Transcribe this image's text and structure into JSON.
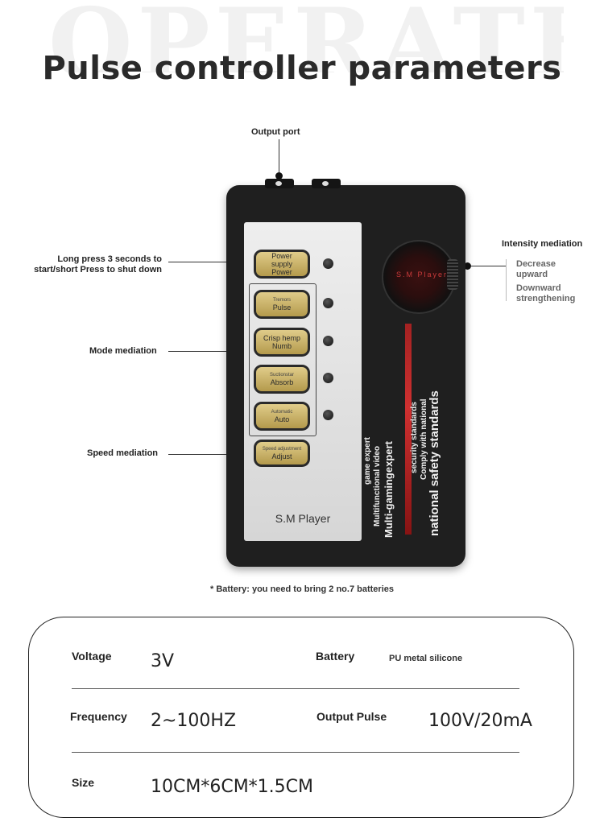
{
  "header": {
    "background_word": "OPERATE",
    "title": "Pulse controller parameters"
  },
  "callouts": {
    "output_port": "Output port",
    "intensity": "Intensity mediation",
    "decrease": "Decrease\nupward",
    "downward": "Downward\nstrengthening",
    "power": "Long press 3 seconds to\nstart/short Press to shut down",
    "mode": "Mode mediation",
    "speed": "Speed mediation"
  },
  "device": {
    "buttons": [
      {
        "small": "",
        "line1": "Power",
        "line2": "supply",
        "line3": "Power"
      },
      {
        "small": "",
        "line1": "Tremors",
        "line2": "Pulse",
        "line3": ""
      },
      {
        "small": "",
        "line1": "Crisp hemp",
        "line2": "Numb",
        "line3": ""
      },
      {
        "small": "Suctionstar",
        "line1": "Absorb",
        "line2": "",
        "line3": ""
      },
      {
        "small": "Automatic",
        "line1": "Auto",
        "line2": "",
        "line3": ""
      },
      {
        "small": "Speed adjustment",
        "line1": "Adjust",
        "line2": "",
        "line3": ""
      }
    ],
    "brand": "S.M Player",
    "knob_label": "S.M Player",
    "vertical_texts": {
      "a": "Multi-gamingexpert",
      "b": "Multifunctional video",
      "c": "game expert",
      "d": "Comply with national",
      "e": "security standards",
      "f": "national safety standards"
    }
  },
  "battery_note": "* Battery: you need to bring 2 no.7 batteries",
  "specs": {
    "voltage_label": "Voltage",
    "voltage_value": "3V",
    "battery_label": "Battery",
    "battery_value": "PU metal silicone",
    "frequency_label": "Frequency",
    "frequency_value": "2~100HZ",
    "output_label": "Output Pulse",
    "output_value": "100V/20mA",
    "size_label": "Size",
    "size_value": "10CM*6CM*1.5CM"
  }
}
